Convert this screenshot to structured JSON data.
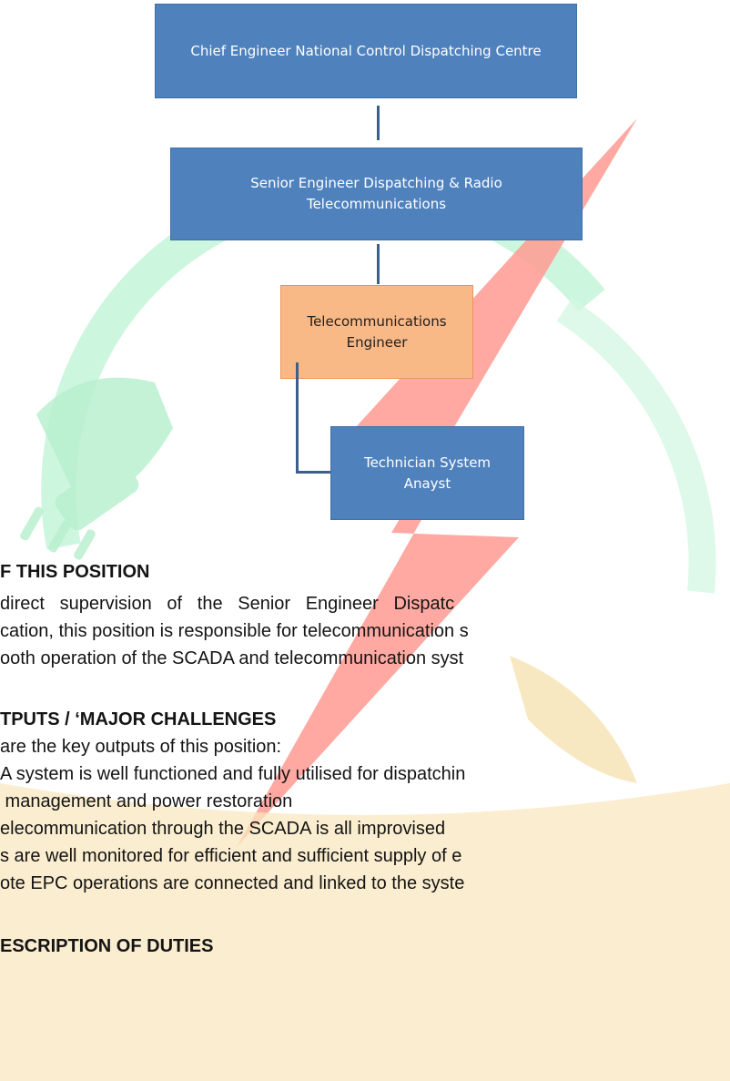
{
  "org_chart": {
    "chief_engineer": "Chief Engineer National Control Dispatching Centre",
    "senior_engineer": "Senior Engineer Dispatching & Radio Telecommunications",
    "telecom_engineer": "Telecommunications Engineer",
    "technician": "Technician System Anayst"
  },
  "colors": {
    "box_blue": "#4f81bd",
    "box_orange": "#f9b987",
    "connector": "#3c5f8c",
    "watermark_green": "#c8f5dc",
    "watermark_red": "#ff9a92",
    "watermark_gold": "#f7dca0"
  },
  "document": {
    "section1_heading": "F THIS POSITION",
    "section1_line1": "direct   supervision   of   the   Senior   Engineer   Dispatc",
    "section1_line2": "cation, this position is responsible for telecommunication s",
    "section1_line3": "ooth operation of the SCADA and telecommunication syst",
    "section2_heading": "TPUTS / ‘MAJOR CHALLENGES",
    "section2_intro": "are the key outputs of this position:",
    "output_line1": "A system is well functioned and fully utilised for dispatchin",
    "output_line2": " management and power restoration",
    "output_line3": "elecommunication through the SCADA is all improvised",
    "output_line4": "s are well monitored for efficient and sufficient supply of e",
    "output_line5": "ote EPC operations are connected and linked to the syste",
    "section3_heading": "ESCRIPTION OF DUTIES"
  }
}
